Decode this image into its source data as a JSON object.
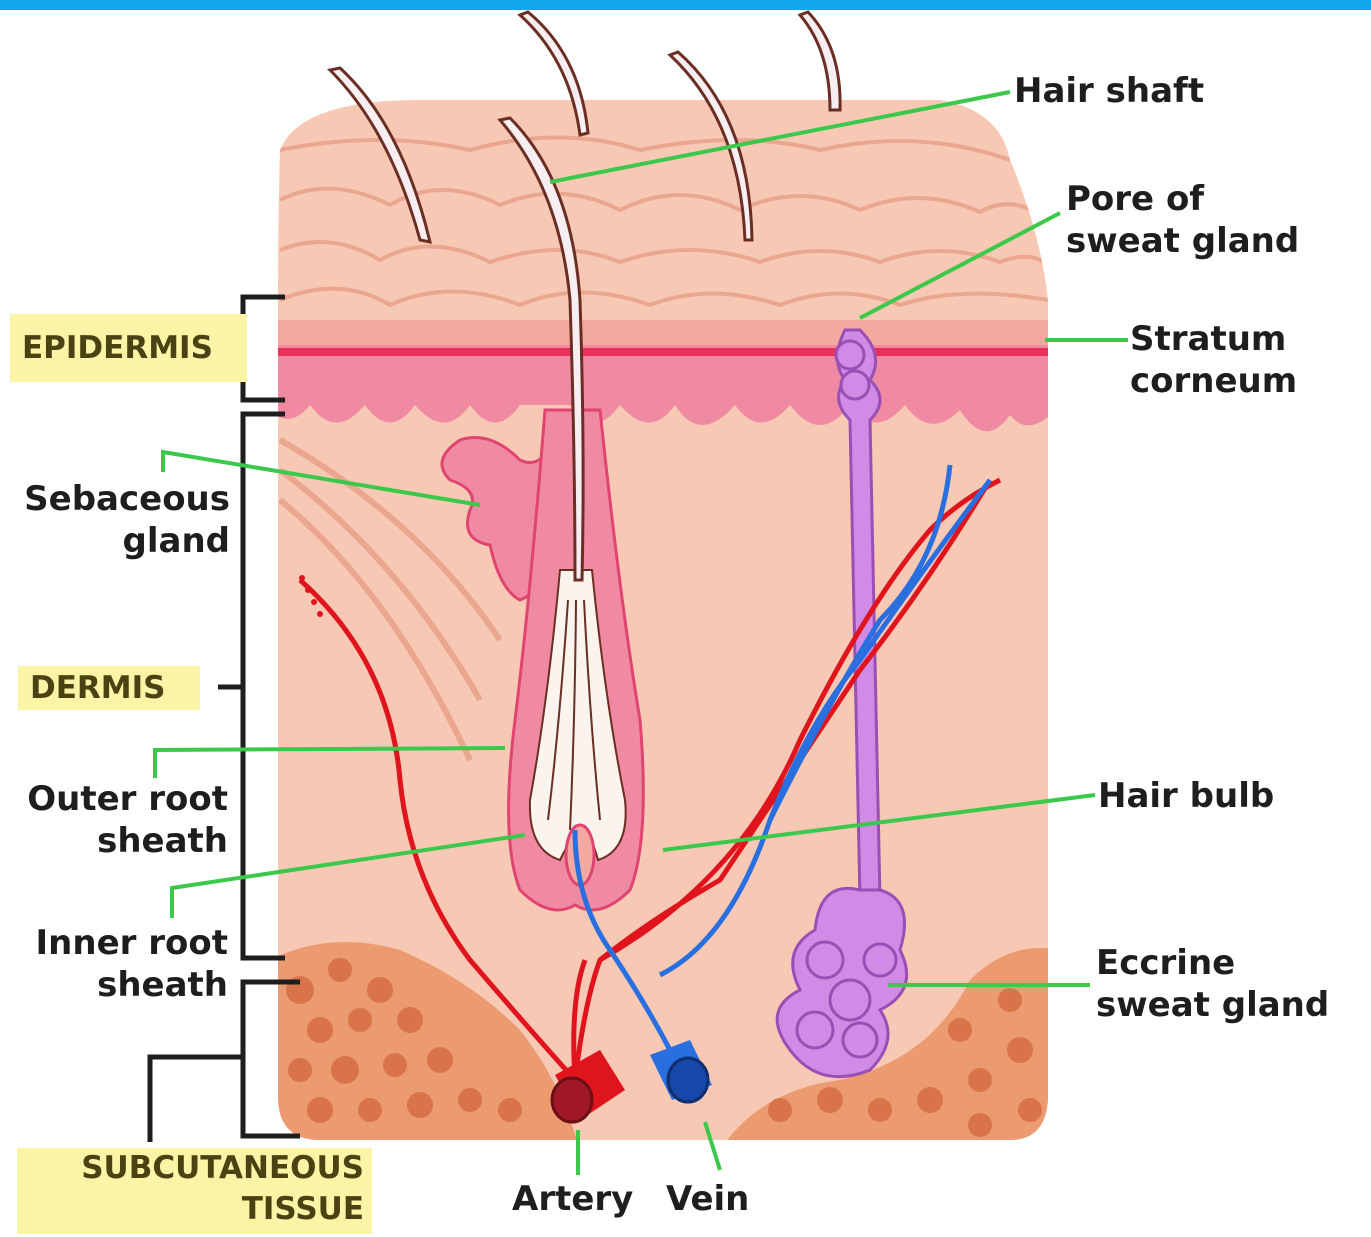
{
  "diagram": {
    "layers": {
      "epidermis": "EPIDERMIS",
      "dermis": "DERMIS",
      "subcutaneous_line1": "SUBCUTANEOUS",
      "subcutaneous_line2": "TISSUE"
    },
    "labels": {
      "hair_shaft": "Hair shaft",
      "pore_line1": "Pore of",
      "pore_line2": "sweat gland",
      "stratum_line1": "Stratum",
      "stratum_line2": "corneum",
      "sebaceous_line1": "Sebaceous",
      "sebaceous_line2": "gland",
      "outer_line1": "Outer root",
      "outer_line2": "sheath",
      "hair_bulb": "Hair bulb",
      "inner_line1": "Inner root",
      "inner_line2": "sheath",
      "eccrine_line1": "Eccrine",
      "eccrine_line2": "sweat gland",
      "artery": "Artery",
      "vein": "Vein"
    },
    "colors": {
      "top_bar": "#13a6ea",
      "skin": "#f7c9b5",
      "epidermis_band": "#f08aa3",
      "subcutaneous_fat": "#ec9a6f",
      "hair": "#ffffff",
      "artery": "#e0141c",
      "vein": "#2a6fe0",
      "sweat_gland": "#cf8be6",
      "leader_line": "#3cc84a",
      "layer_highlight": "#fbf3a6"
    }
  }
}
